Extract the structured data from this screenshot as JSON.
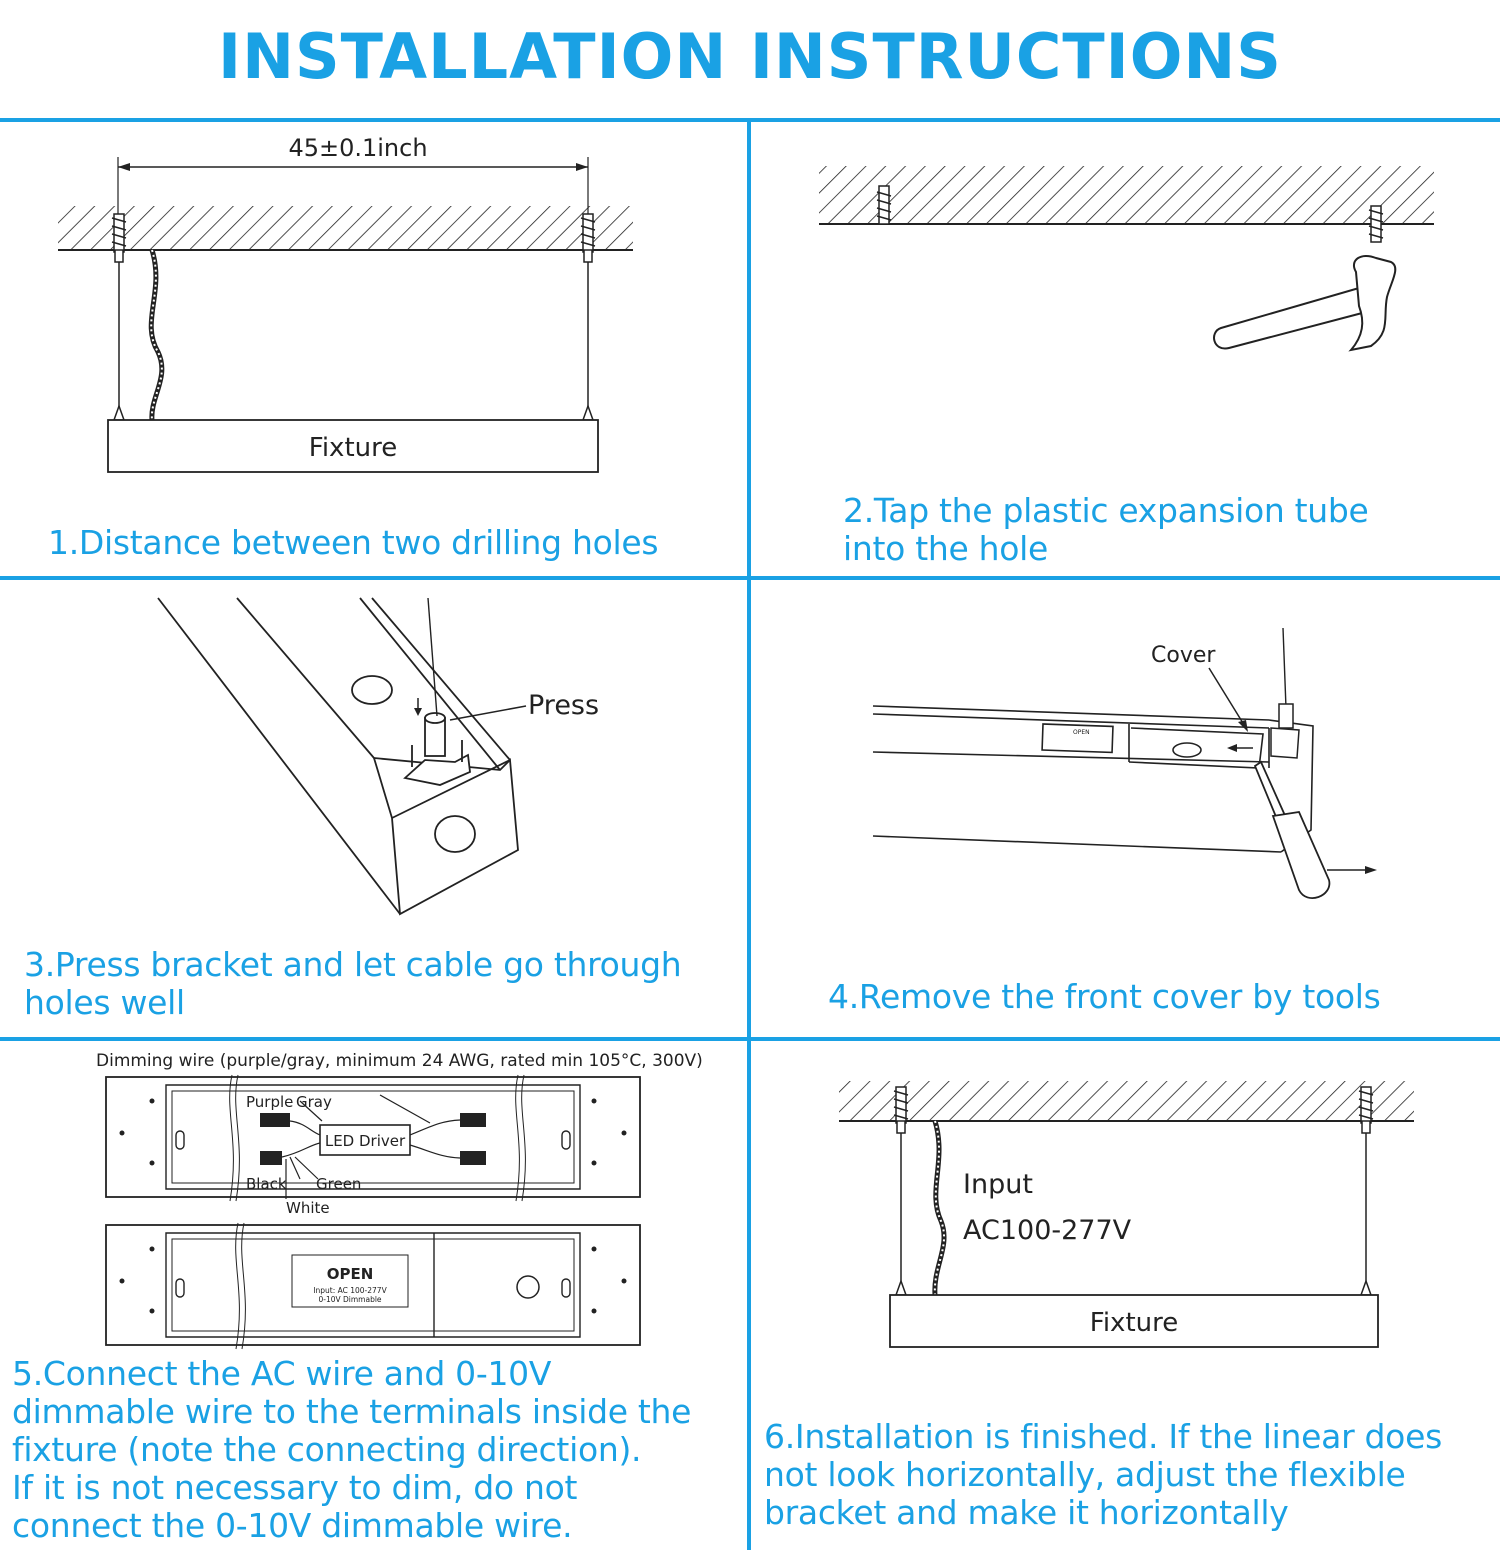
{
  "title": "INSTALLATION INSTRUCTIONS",
  "colors": {
    "accent": "#1aa1e4",
    "line": "#222222"
  },
  "steps": [
    {
      "caption": "1.Distance between two drilling holes",
      "labels": {
        "dimension": "45±0.1inch",
        "fixture": "Fixture"
      }
    },
    {
      "caption": "2.Tap the plastic expansion tube\ninto the hole"
    },
    {
      "caption": "3.Press bracket and let cable go through\nholes well",
      "labels": {
        "press": "Press"
      }
    },
    {
      "caption": "4.Remove the front cover by tools",
      "labels": {
        "cover": "Cover",
        "open": "OPEN"
      }
    },
    {
      "caption": "5.Connect the AC wire and 0-10V\ndimmable wire to the terminals inside the\nfixture (note the connecting direction).\nIf it is not necessary to dim, do not\nconnect the 0-10V dimmable wire.",
      "labels": {
        "dimming_note": "Dimming wire (purple/gray, minimum 24 AWG, rated min 105°C, 300V)",
        "purple": "Purple",
        "gray": "Gray",
        "driver": "LED Driver",
        "black": "Black",
        "green": "Green",
        "white": "White",
        "open": "OPEN",
        "input": "Input: AC 100-277V",
        "dimmable": "0-10V Dimmable"
      }
    },
    {
      "caption": "6.Installation is finished. If the linear does\nnot look horizontally, adjust the flexible\nbracket and make it horizontally",
      "labels": {
        "input": "Input",
        "voltage": "AC100-277V",
        "fixture": "Fixture"
      }
    }
  ]
}
